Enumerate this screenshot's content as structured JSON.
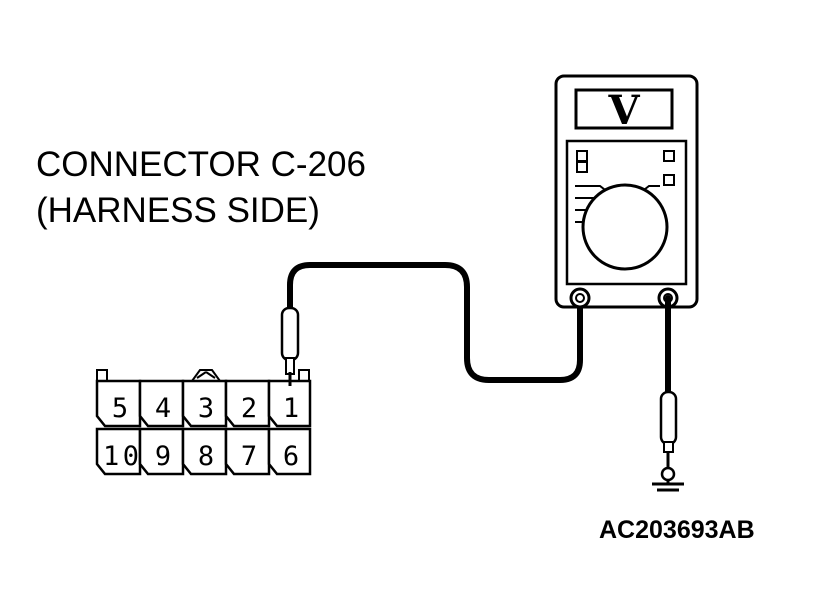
{
  "connector": {
    "title_line1": "CONNECTOR C-206",
    "title_line2": "(HARNESS SIDE)",
    "top_pins": [
      "5",
      "4",
      "3",
      "2",
      "1"
    ],
    "bottom_pins": [
      "10",
      "9",
      "8",
      "7",
      "6"
    ]
  },
  "meter": {
    "mode_label": "V"
  },
  "figure_code": "AC203693AB",
  "icons": [
    "multimeter-icon",
    "ground-symbol-icon",
    "test-probe-icon"
  ]
}
